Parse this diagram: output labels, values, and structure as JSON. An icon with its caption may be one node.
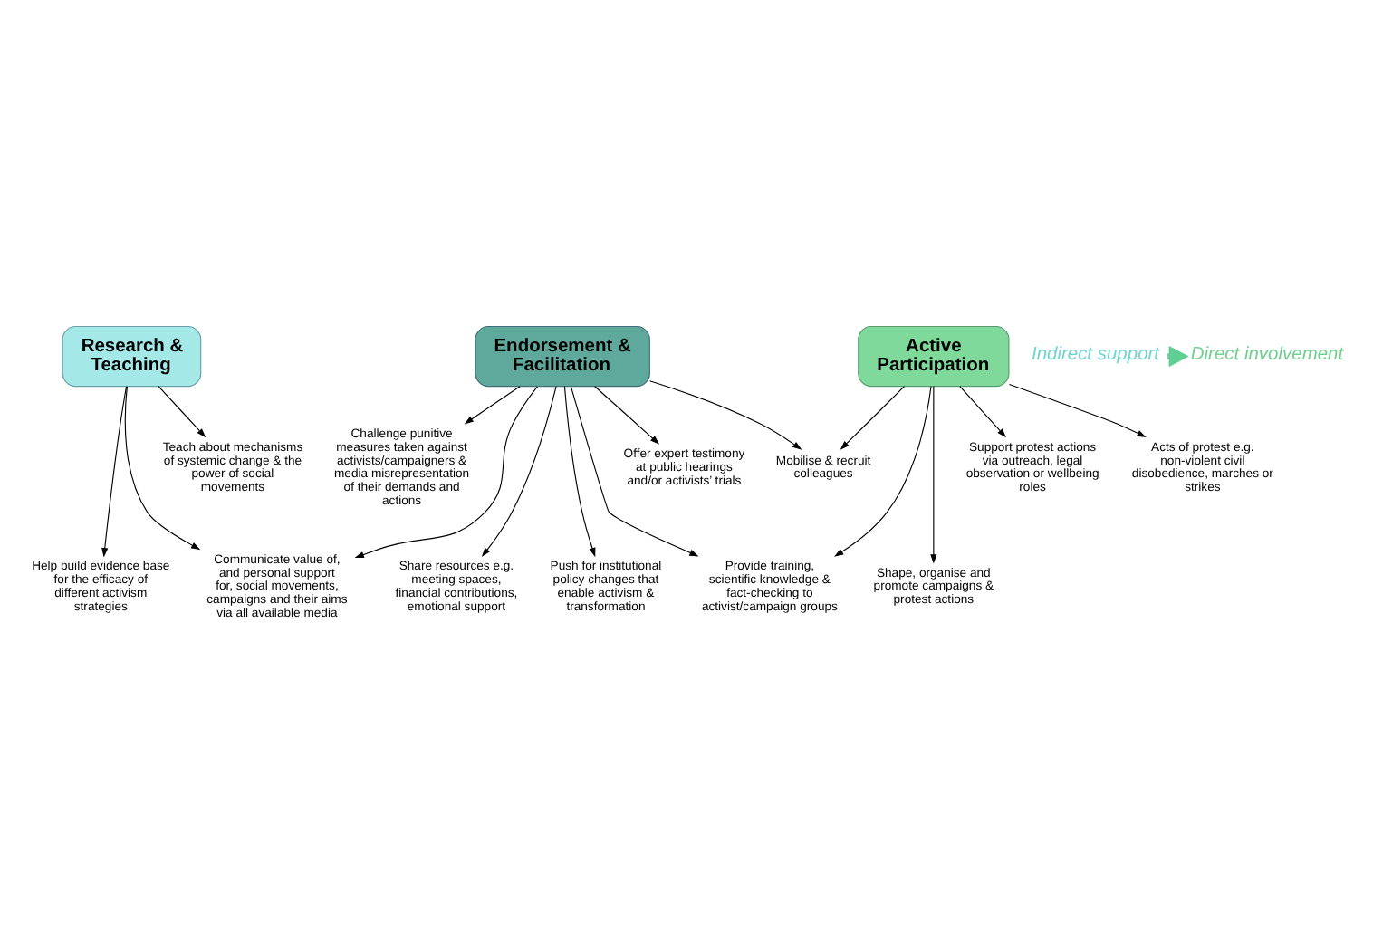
{
  "diagram": {
    "nodes": [
      {
        "text": [
          "Research & Teaching"
        ]
      },
      {
        "text": [
          "Endorsement & Facilitation"
        ]
      },
      {
        "text": [
          "Active Participation"
        ]
      },
      {
        "text": [
          "Teach about mechanisms of systemic change & the power of social movements"
        ]
      },
      {
        "text": [
          "Offer expert testimony at public hearings and/or activists’ trials"
        ]
      },
      {
        "text": [
          "Support protest actions via outreach, legal observation or wellbeing roles"
        ]
      },
      {
        "text": [
          "Acts of protest e.g. non-violent civil disobedience, marches or strikes"
        ]
      },
      {
        "text": [
          "Challenge punitive measures taken against activists/campaigners & media misrepresentation of their demands and actions"
        ]
      },
      {
        "text": [
          "Mobilise & recruit colleagues"
        ]
      },
      {
        "text": [
          "Help build evidence base for the efficacy of different activism strategies"
        ]
      },
      {
        "text": [
          "Share resources e.g. meeting spaces, financial contributions, emotional support"
        ]
      },
      {
        "text": [
          "Provide training, scientific knowledge & fact-checking to activist/campaign groups"
        ]
      },
      {
        "text": [
          "Shape, organise and promote campaigns & protest actions"
        ]
      },
      {
        "text": [
          "Communicate value of, and personal support for, social movements, campaigns and their aims via all available media"
        ]
      },
      {
        "text": [
          "Push for institutional policy changes that enable activism & transformation"
        ]
      },
      {
        "text": [
          "Indirect support"
        ]
      },
      {
        "text": [
          "Direct involvement"
        ]
      }
    ],
    "edges": [
      {
        "from": 0,
        "to": 3,
        "arrow": "to"
      },
      {
        "from": 1,
        "to": 4,
        "arrow": "to"
      },
      {
        "from": 2,
        "to": 5,
        "arrow": "to"
      },
      {
        "from": 2,
        "to": 6,
        "arrow": "to"
      },
      {
        "from": 1,
        "to": 7,
        "arrow": "to"
      },
      {
        "from": 1,
        "to": 8,
        "arrow": "to"
      },
      {
        "from": 2,
        "to": 8,
        "arrow": "to"
      },
      {
        "from": 0,
        "to": 9,
        "arrow": "to"
      },
      {
        "from": 1,
        "to": 10,
        "arrow": "to"
      },
      {
        "from": 1,
        "to": 11,
        "arrow": "to"
      },
      {
        "from": 2,
        "to": 11,
        "arrow": "to"
      },
      {
        "from": 2,
        "to": 12,
        "arrow": "to"
      },
      {
        "from": 0,
        "to": 13,
        "arrow": "to"
      },
      {
        "from": 1,
        "to": 13,
        "arrow": "to"
      },
      {
        "from": 1,
        "to": 14,
        "arrow": "to"
      },
      {
        "from": 15,
        "to": 16,
        "arrow": "to",
        "style": "thick",
        "color": "#5fcf94"
      }
    ]
  }
}
